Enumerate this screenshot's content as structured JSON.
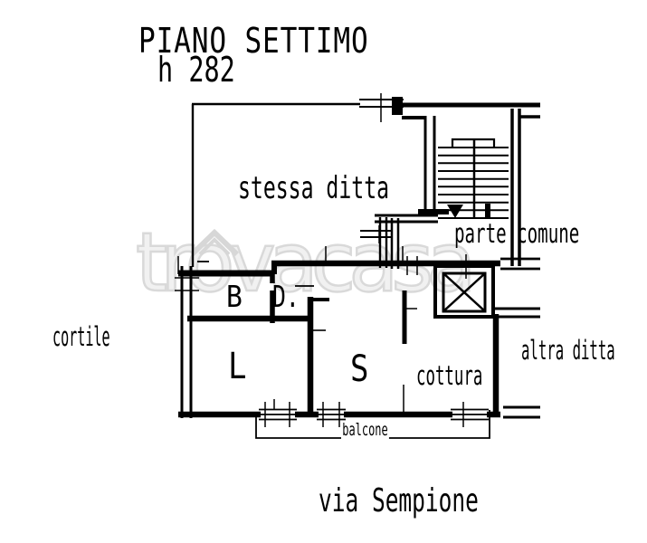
{
  "page": {
    "background": "#ffffff",
    "line_color": "#000000",
    "watermark_color": "#d9d9d9"
  },
  "header": {
    "title": "PIANO SETTIMO",
    "height_note": "h 282"
  },
  "plan": {
    "areas": {
      "stessa_ditta": "stessa ditta",
      "parte_comune": "parte comune",
      "cortile": "cortile",
      "altra_ditta": "altra ditta",
      "cottura": "cottura",
      "balcone": "balcone",
      "room_b": "B",
      "room_d": "D.",
      "room_l": "L",
      "room_s": "S"
    },
    "street": "via Sempione"
  },
  "watermark": {
    "text": "trovacasa"
  }
}
